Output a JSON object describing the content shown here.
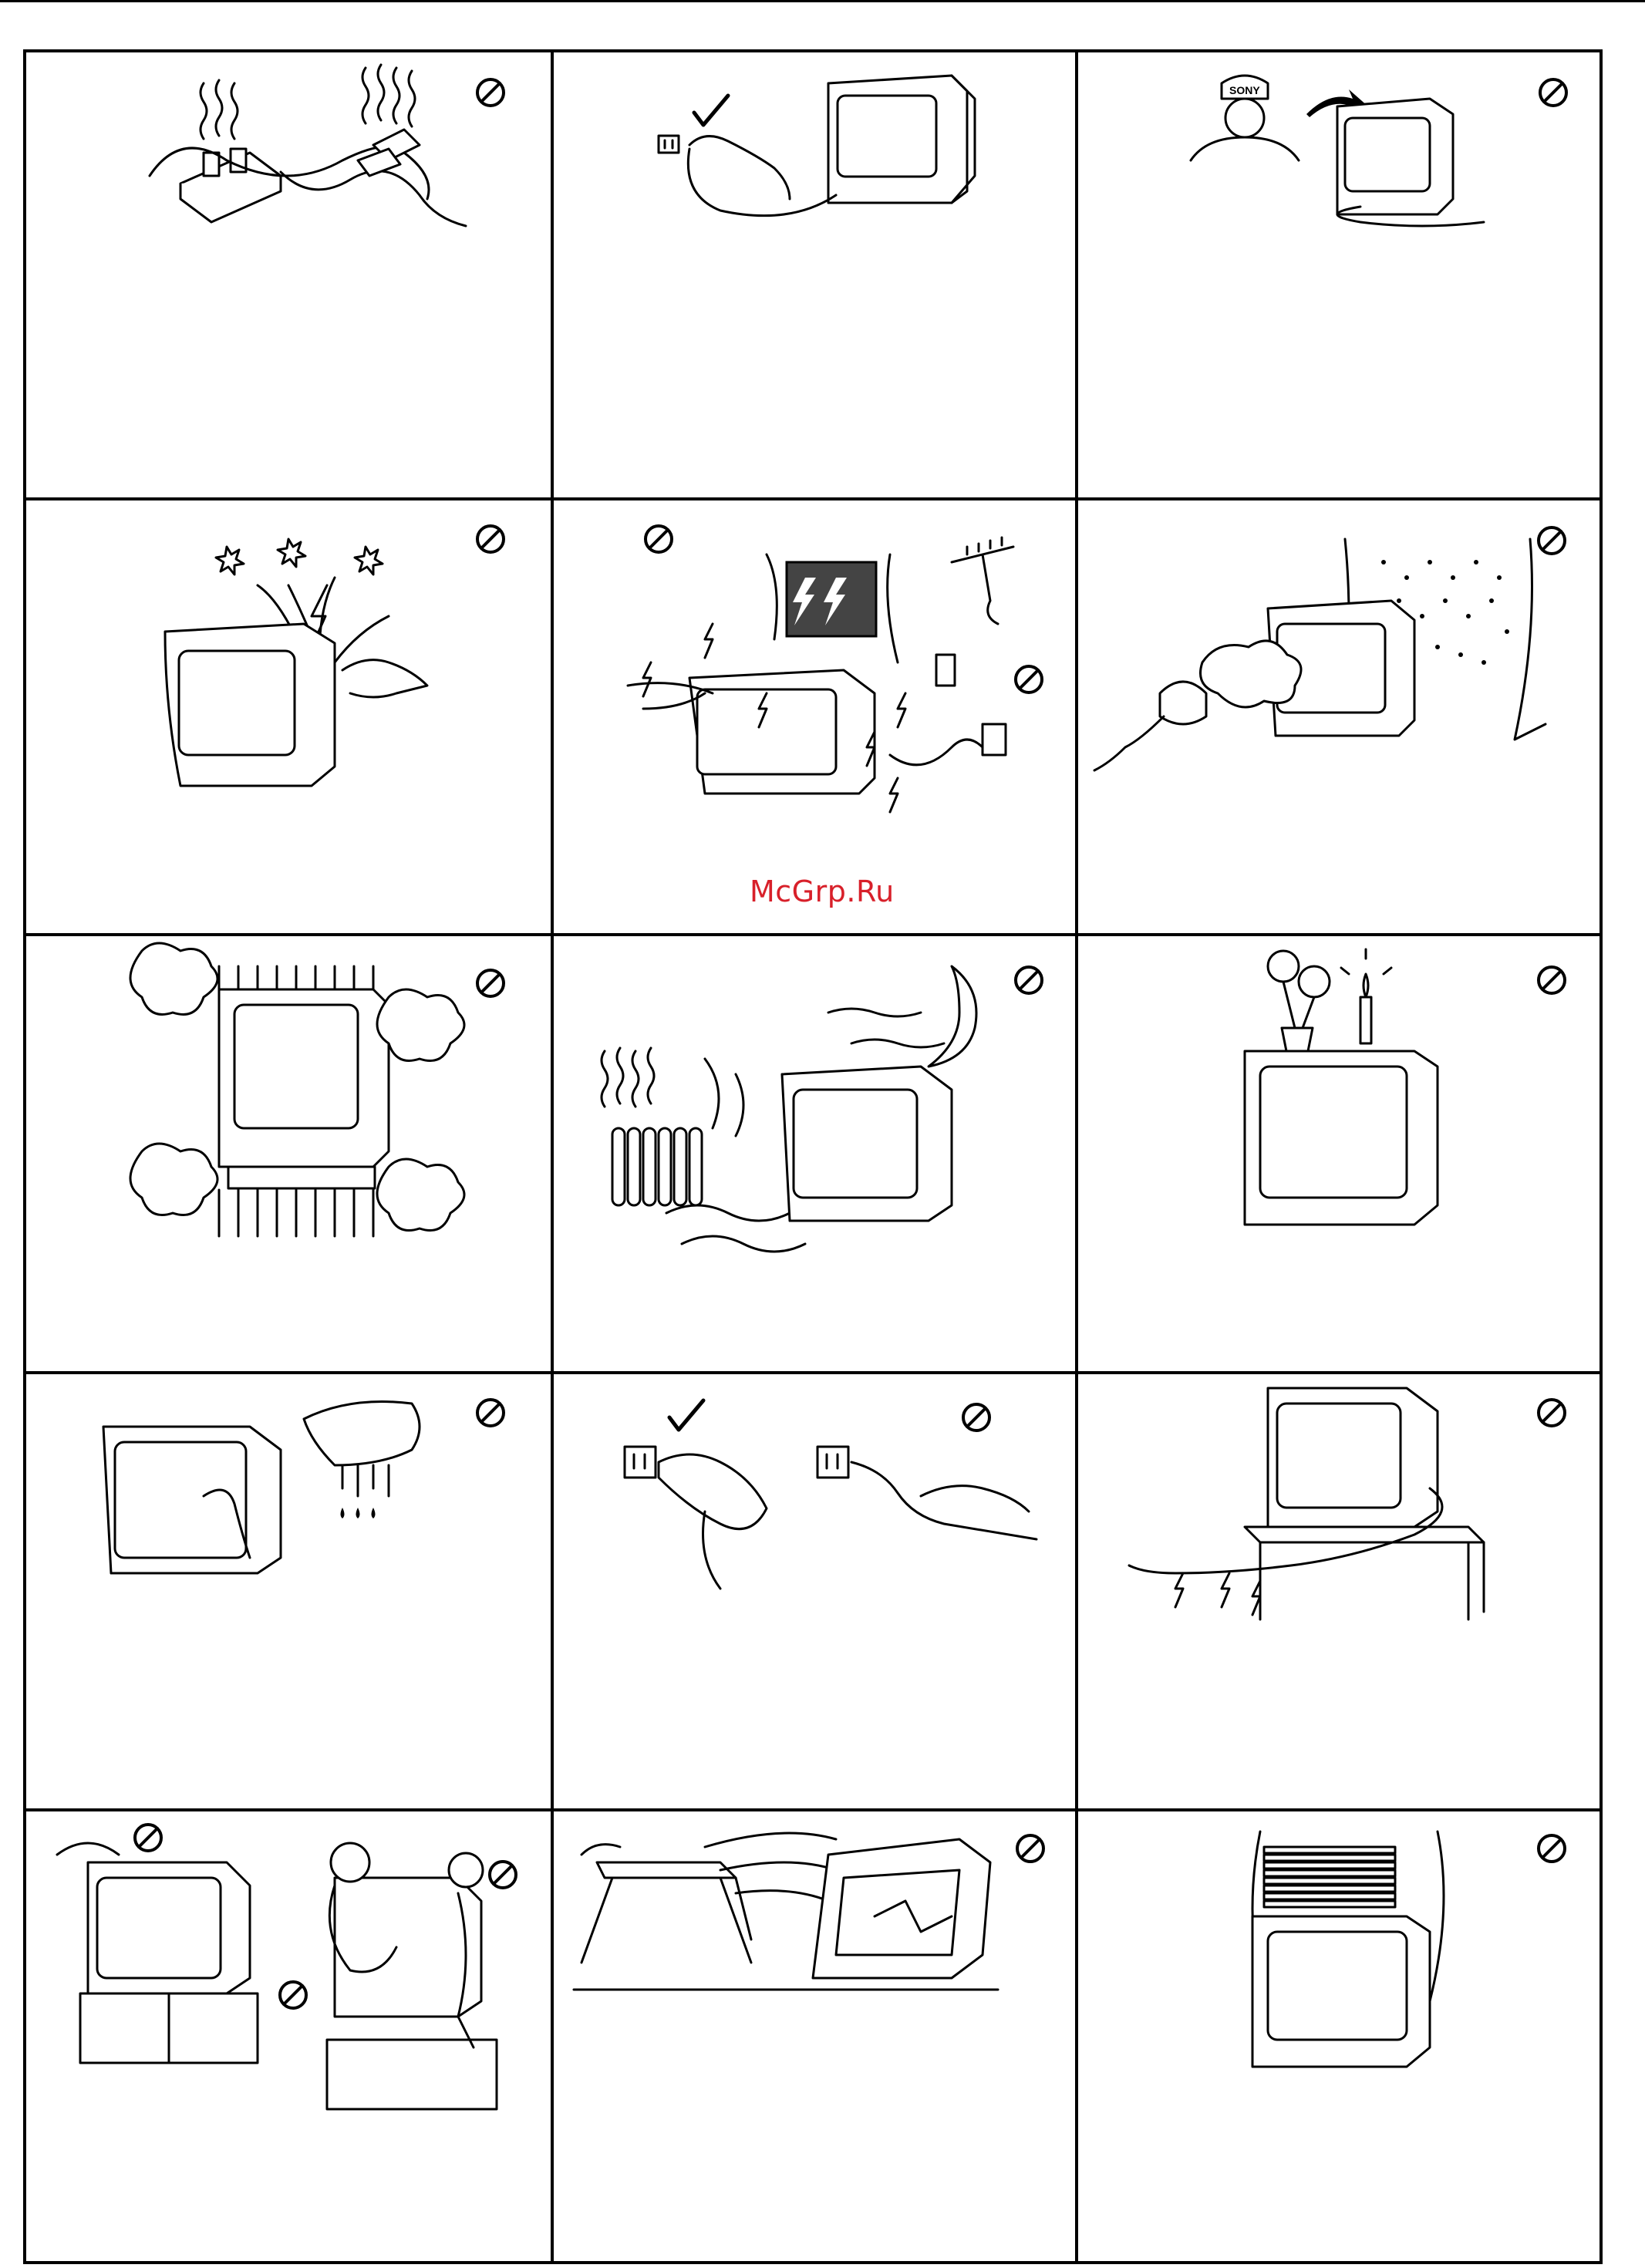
{
  "watermark": "McGrp.Ru",
  "logo_text": "SONY",
  "symbols": {
    "prohibit": "prohibit-icon",
    "ok": "checkmark-icon"
  },
  "panels": [
    {
      "id": "r1c1",
      "subject": "overloaded-outlet",
      "marks": [
        "prohibit"
      ]
    },
    {
      "id": "r1c2",
      "subject": "unplug-by-plug",
      "marks": [
        "ok"
      ]
    },
    {
      "id": "r1c3",
      "subject": "call-service",
      "marks": [
        "prohibit"
      ]
    },
    {
      "id": "r2c1",
      "subject": "open-cabinet",
      "marks": [
        "prohibit"
      ]
    },
    {
      "id": "r2c2",
      "subject": "lightning-storm",
      "marks": [
        "prohibit",
        "prohibit"
      ]
    },
    {
      "id": "r2c3",
      "subject": "steam-humidity",
      "marks": [
        "prohibit"
      ]
    },
    {
      "id": "r3c1",
      "subject": "blocked-ventilation",
      "marks": [
        "prohibit"
      ]
    },
    {
      "id": "r3c2",
      "subject": "heat-sources",
      "marks": [
        "prohibit"
      ]
    },
    {
      "id": "r3c3",
      "subject": "flowers-candle",
      "marks": [
        "prohibit"
      ]
    },
    {
      "id": "r4c1",
      "subject": "wet-cloth",
      "marks": [
        "prohibit"
      ]
    },
    {
      "id": "r4c2",
      "subject": "plug-handling",
      "marks": [
        "ok",
        "prohibit"
      ]
    },
    {
      "id": "r4c3",
      "subject": "cord-damage",
      "marks": [
        "prohibit"
      ]
    },
    {
      "id": "r5c1",
      "subject": "climbing-children",
      "marks": [
        "prohibit",
        "prohibit",
        "prohibit"
      ]
    },
    {
      "id": "r5c2",
      "subject": "unstable-stand",
      "marks": [
        "prohibit"
      ]
    },
    {
      "id": "r5c3",
      "subject": "objects-on-top",
      "marks": [
        "prohibit"
      ]
    }
  ]
}
